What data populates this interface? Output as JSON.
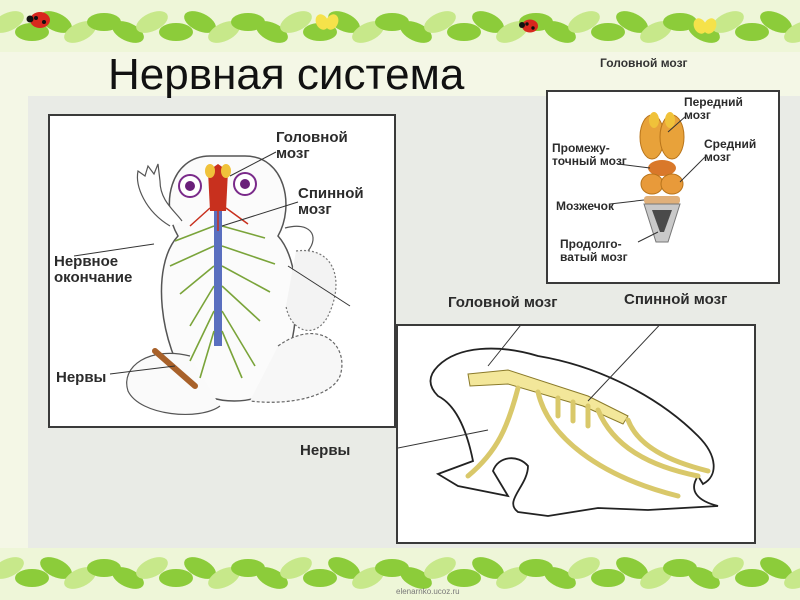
{
  "title": "Нервная система",
  "top_right_heading": "Головной мозг",
  "panel_frog_anatomy": {
    "brain_label_1": "Головной",
    "brain_label_2": "мозг",
    "spinal_label_1": "Спинной",
    "spinal_label_2": "мозг",
    "ending_label_1": "Нервное",
    "ending_label_2": "окончание",
    "nerves_label": "Нервы"
  },
  "panel_brain": {
    "forebrain_1": "Передний",
    "forebrain_2": "мозг",
    "diencephalon_1": "Промежу-",
    "diencephalon_2": "точный мозг",
    "midbrain_1": "Средний",
    "midbrain_2": "мозг",
    "cerebellum": "Мозжечок",
    "medulla_1": "Продолго-",
    "medulla_2": "ватый мозг"
  },
  "panel_frog_outline": {
    "brain_label": "Головной мозг",
    "spinal_label": "Спинной мозг",
    "nerves_label": "Нервы"
  },
  "watermark": "elenarnko.ucoz.ru",
  "colors": {
    "leaf_green": "#8ccc3a",
    "leaf_light": "#c7e88a",
    "brain_orange": "#e8a23a",
    "brain_red": "#c8301e",
    "spinal_blue": "#5a6fbf",
    "nerve_yellow": "#f3e79a"
  }
}
